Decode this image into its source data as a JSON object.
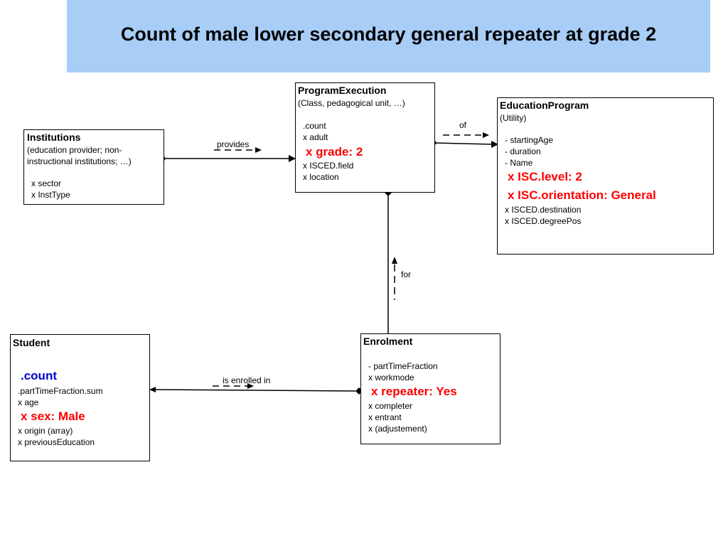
{
  "title": "Count of male lower secondary general repeater at grade 2",
  "institutions": {
    "name": "Institutions",
    "desc_1": "(education provider; non-",
    "desc_2": "instructional institutions; …)",
    "attr_1": "x sector",
    "attr_2": "x InstType"
  },
  "program_execution": {
    "name": "ProgramExecution",
    "desc": "(Class, pedagogical unit, …)",
    "attr_1": ".count",
    "attr_2": "x adult",
    "attr_3": "x grade: 2",
    "attr_4": "x ISCED.field",
    "attr_5": "x location"
  },
  "education_program": {
    "name": "EducationProgram",
    "desc": "(Utility)",
    "attr_1": "- startingAge",
    "attr_2": "- duration",
    "attr_3": "- Name",
    "attr_4": "x ISC.level: 2",
    "attr_5": "x ISC.orientation: General",
    "attr_6": "x ISCED.destination",
    "attr_7": "x ISCED.degreePos"
  },
  "student": {
    "name": "Student",
    "attr_1": ".count",
    "attr_2": ".partTimeFraction.sum",
    "attr_3": "x age",
    "attr_4": "x sex: Male",
    "attr_5": "x origin (array)",
    "attr_6": "x previousEducation"
  },
  "enrolment": {
    "name": "Enrolment",
    "attr_1": "- partTimeFraction",
    "attr_2": "x workmode",
    "attr_3": "x repeater: Yes",
    "attr_4": "x completer",
    "attr_5": "x entrant",
    "attr_6": "x (adjustement)"
  },
  "connectors": {
    "provides": "provides",
    "of": "of",
    "for": "for",
    "enrolled": "is enrolled in"
  },
  "colors": {
    "title_band": "#a8cdf7",
    "highlight_red": "#ff0000",
    "highlight_blue": "#0000cc"
  }
}
